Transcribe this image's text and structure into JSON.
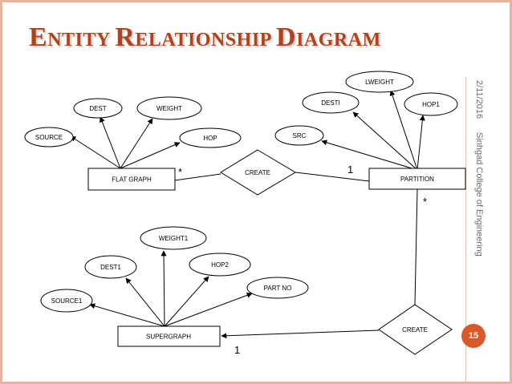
{
  "slide": {
    "title_parts": [
      "E",
      "NTITY ",
      "R",
      "ELATIONSHIP ",
      "D",
      "IAGRAM"
    ],
    "date": "2/11/2016",
    "college": "Sinhgad College of Engineering",
    "page_number": "15"
  },
  "diagram": {
    "entities": {
      "flat_graph": "FLAT GRAPH",
      "partition": "PARTITION",
      "supergraph": "SUPERGRAPH"
    },
    "relationships": {
      "create_top": "CREATE",
      "create_bottom": "CREATE"
    },
    "attributes": {
      "source": "SOURCE",
      "dest": "DEST",
      "weight": "WEIGHT",
      "hop": "HOP",
      "src": "SRC",
      "desti": "DESTI",
      "lweight": "LWEIGHT",
      "hop1": "HOP1",
      "source1": "SOURCE1",
      "dest1": "DEST1",
      "weight1": "WEIGHT1",
      "hop2": "HOP2",
      "part_no": "PART NO"
    },
    "cardinalities": {
      "flat_create": "*",
      "create_partition": "1",
      "partition_create": "*",
      "create_supergraph": "1"
    }
  }
}
